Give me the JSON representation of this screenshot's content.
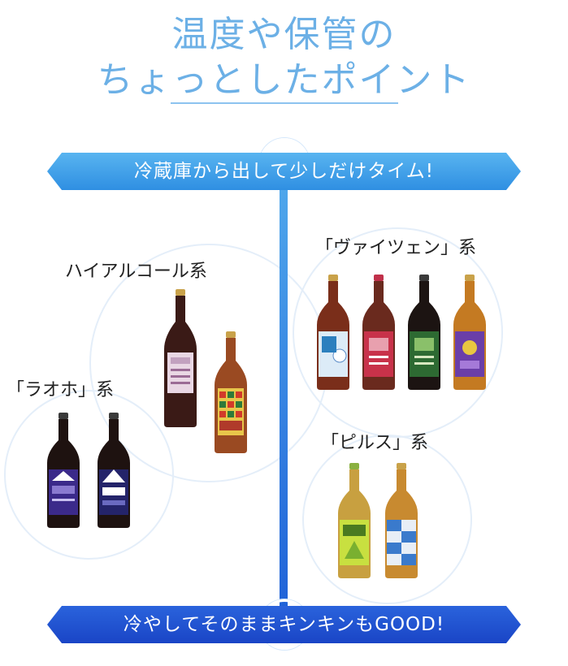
{
  "header": {
    "title_line1": "温度や保管の",
    "title_line2": "ちょっとしたポイント"
  },
  "top_banner": {
    "text": "冷蔵庫から出して少しだけタイム!"
  },
  "bottom_banner": {
    "text": "冷やしてそのままキンキンもGOOD!"
  },
  "categories": {
    "high_alcohol": "ハイアルコール系",
    "weizen": "「ヴァイツェン」系",
    "rauch": "「ラオホ」系",
    "pils": "「ピルス」系"
  },
  "colors": {
    "title": "#6cb0e6",
    "top_banner": "#3fa0ea",
    "bottom_banner": "#1d4fd2"
  }
}
